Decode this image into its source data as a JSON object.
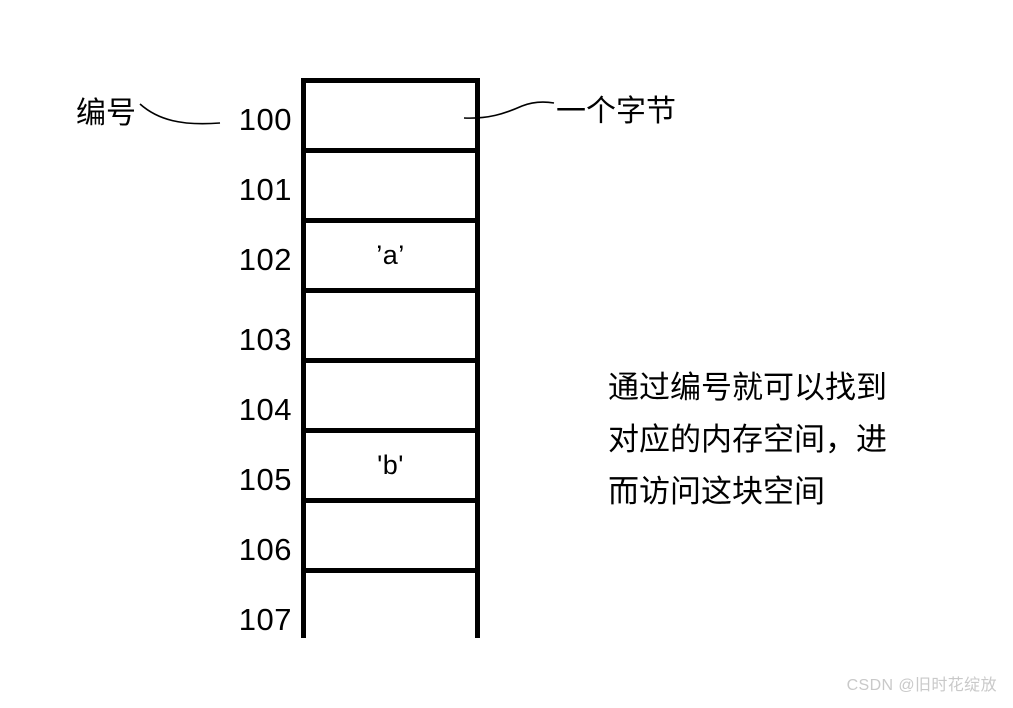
{
  "diagram": {
    "title_annotation_left": "编号",
    "title_annotation_right": "一个字节",
    "addresses": [
      "100",
      "101",
      "102",
      "103",
      "104",
      "105",
      "106",
      "107"
    ],
    "cells": [
      {
        "address": "100",
        "value": ""
      },
      {
        "address": "101",
        "value": ""
      },
      {
        "address": "102",
        "value": "’a’"
      },
      {
        "address": "103",
        "value": ""
      },
      {
        "address": "104",
        "value": ""
      },
      {
        "address": "105",
        "value": "'b'"
      },
      {
        "address": "106",
        "value": ""
      },
      {
        "address": "107",
        "value": ""
      }
    ],
    "description_lines": [
      "通过编号就可以找到",
      "对应的内存空间，进",
      "而访问这块空间"
    ],
    "colors": {
      "stroke": "#000000",
      "background": "#ffffff",
      "watermark": "#c9c9c9"
    }
  },
  "watermark": {
    "text": "CSDN @旧时花绽放"
  }
}
